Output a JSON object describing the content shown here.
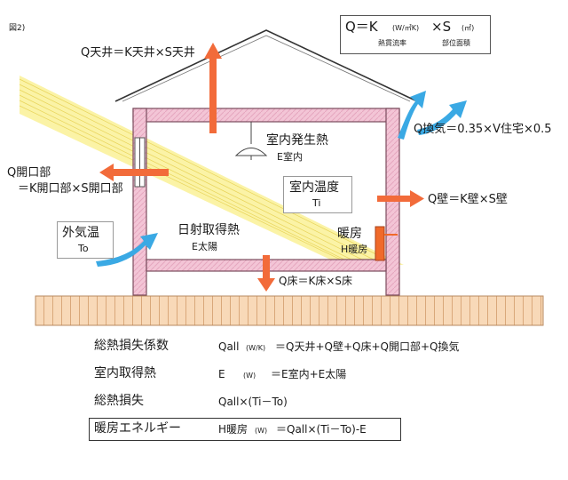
{
  "figure_label": "図2)",
  "formula_box": {
    "main": "Q＝K",
    "unit_k": "(W/㎡K)",
    "times": "×S",
    "unit_s": "(㎡)",
    "k_caption": "熱貫流率",
    "s_caption": "部位面積"
  },
  "labels": {
    "q_ceiling": "Q天井＝K天井×S天井",
    "q_opening_1": "Q開口部",
    "q_opening_2": "＝K開口部×S開口部",
    "q_vent": "Q換気＝0.35×V住宅×0.5",
    "q_wall": "Q壁＝K壁×S壁",
    "q_floor": "Q床＝K床×S床",
    "internal_gain": "室内発生熱",
    "internal_gain_sym": "E室内",
    "indoor_temp": "室内温度",
    "indoor_temp_sym": "Ti",
    "outdoor_temp": "外気温",
    "outdoor_temp_sym": "To",
    "solar_gain": "日射取得熱",
    "solar_gain_sym": "E太陽",
    "heating": "暖房",
    "heating_sym": "H暖房"
  },
  "equations": [
    {
      "name": "総熱損失係数",
      "lhs": "Qall",
      "unit": "(W/K)",
      "rhs": "＝Q天井+Q壁+Q床+Q開口部+Q換気"
    },
    {
      "name": "室内取得熱",
      "lhs": "E",
      "unit": "(W)",
      "rhs": "＝E室内+E太陽"
    },
    {
      "name": "総熱損失",
      "lhs": "Qall×(Ti－To)",
      "unit": "",
      "rhs": ""
    },
    {
      "name": "暖房エネルギー",
      "lhs": "H暖房",
      "unit": "(W)",
      "rhs": "＝Qall×(Ti－To)-E"
    }
  ],
  "colors": {
    "insulation": "#f2c2d4",
    "outline": "#7b4d5e",
    "heat_arrow": "#f26b3a",
    "air_arrow": "#39a9e3",
    "solar": "#fbf2a0",
    "ground": "#f7d6b4",
    "heater": "#f06a2a"
  }
}
